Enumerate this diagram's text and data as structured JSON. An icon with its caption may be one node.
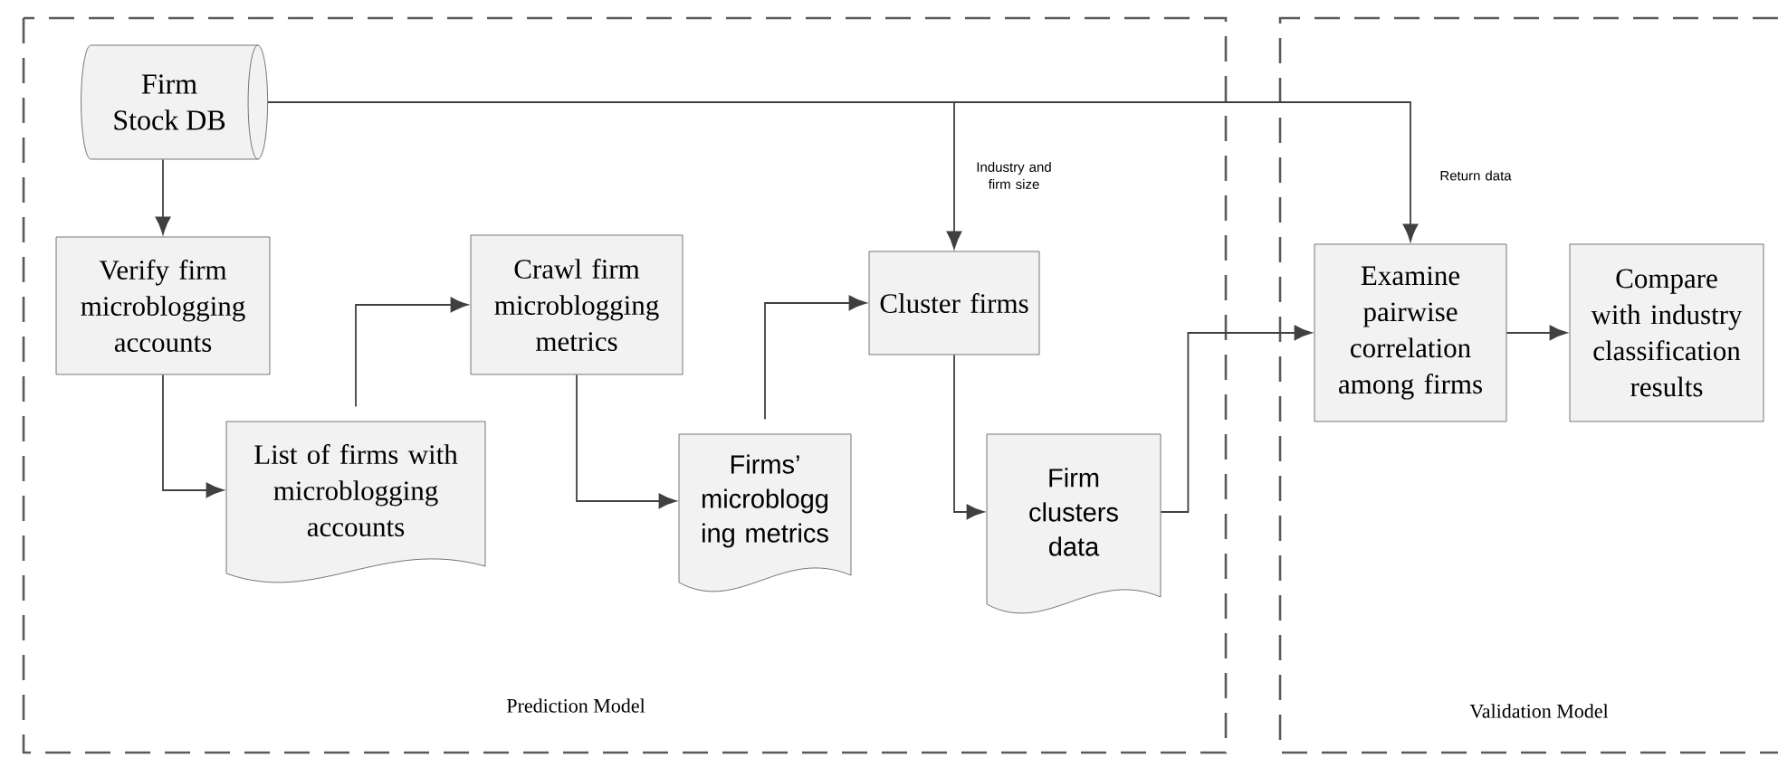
{
  "diagram": {
    "nodes": [
      {
        "text": [
          "Prediction Model"
        ]
      },
      {
        "text": [
          "Validation Model"
        ]
      },
      {
        "text": [
          "Firm Stock DB"
        ],
        "in": 0
      },
      {
        "text": [
          "Verify firm microblogging accounts"
        ],
        "in": 0
      },
      {
        "text": [
          "List of firms with microblogging accounts"
        ],
        "in": 0
      },
      {
        "text": [
          "Crawl firm microblogging metrics"
        ],
        "in": 0
      },
      {
        "text": [
          "Firms’ microblogg ing metrics"
        ],
        "in": 0
      },
      {
        "text": [
          "Cluster firms"
        ],
        "in": 0
      },
      {
        "text": [
          "Firm clusters data"
        ],
        "in": 0
      },
      {
        "text": [
          "Examine pairwise correlation among firms"
        ],
        "in": 1
      },
      {
        "text": [
          "Compare with industry classification results"
        ],
        "in": 1
      }
    ],
    "edges": [
      {
        "from": 2,
        "to": 3,
        "arrow": "to"
      },
      {
        "from": 3,
        "to": 4,
        "arrow": "to"
      },
      {
        "from": 4,
        "to": 5,
        "arrow": "to"
      },
      {
        "from": 5,
        "to": 6,
        "arrow": "to"
      },
      {
        "from": 6,
        "to": 7,
        "arrow": "to"
      },
      {
        "from": 7,
        "to": 8,
        "arrow": "to"
      },
      {
        "from": 8,
        "to": 9,
        "arrow": "to"
      },
      {
        "from": 9,
        "to": 10,
        "arrow": "to"
      },
      {
        "from": 2,
        "to": 7,
        "arrow": "to",
        "label": "Industry and firm size"
      },
      {
        "from": 2,
        "to": 9,
        "arrow": "to",
        "label": "Return data"
      }
    ]
  }
}
